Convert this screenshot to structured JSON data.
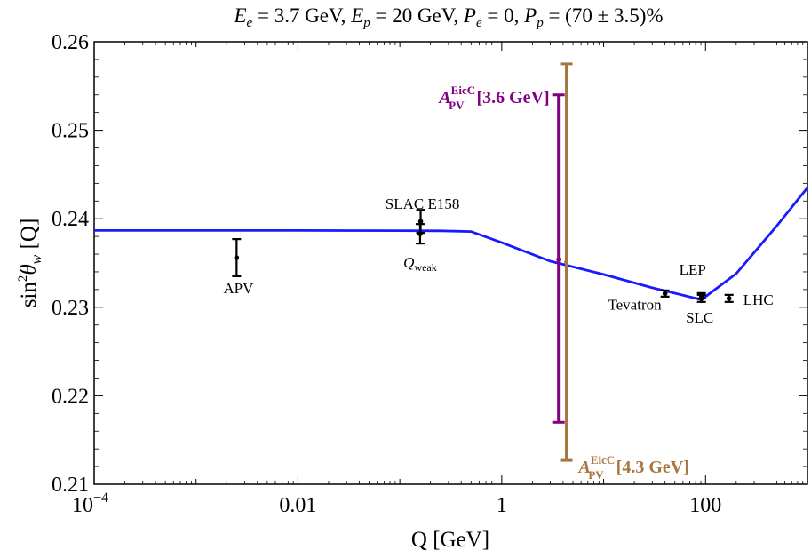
{
  "chart_data": {
    "type": "scatter",
    "title": {
      "Ee_sym": "E",
      "Ee_sub": "e",
      "Ee_val": " = 3.7 GeV, ",
      "Ep_sym": "E",
      "Ep_sub": "p",
      "Ep_val": " = 20 GeV, ",
      "Pe_sym": "P",
      "Pe_sub": "e",
      "Pe_val": " = 0, ",
      "Pp_sym": "P",
      "Pp_sub": "p",
      "Pp_val": " = (70 ± 3.5)%"
    },
    "xlabel": "Q [GeV]",
    "ylabel": {
      "pre": "sin",
      "sup": "2",
      "sym": "θ",
      "sub": "w",
      "post": " [Q]"
    },
    "x_scale": "log",
    "xlim": [
      0.0001,
      1000
    ],
    "ylim": [
      0.21,
      0.26
    ],
    "x_ticks": [
      {
        "value": 0.0001,
        "base": "10",
        "exp": "−4"
      },
      {
        "value": 0.01,
        "label": "0.01"
      },
      {
        "value": 1,
        "label": "1"
      },
      {
        "value": 100,
        "label": "100"
      }
    ],
    "y_ticks": [
      {
        "value": 0.21,
        "label": "0.21"
      },
      {
        "value": 0.22,
        "label": "0.22"
      },
      {
        "value": 0.23,
        "label": "0.23"
      },
      {
        "value": 0.24,
        "label": "0.24"
      },
      {
        "value": 0.25,
        "label": "0.25"
      },
      {
        "value": 0.26,
        "label": "0.26"
      }
    ],
    "grid": false,
    "theory_curve": {
      "color": "#1a1aff",
      "x": [
        0.0001,
        0.01,
        0.1,
        0.25,
        0.5,
        1,
        3,
        10,
        30,
        91.19,
        200,
        500,
        1000
      ],
      "y": [
        0.23867,
        0.23867,
        0.23865,
        0.23863,
        0.23855,
        0.2373,
        0.2352,
        0.2337,
        0.2322,
        0.23085,
        0.2338,
        0.2392,
        0.2435
      ]
    },
    "measurements": [
      {
        "label": "APV",
        "x": 0.0025,
        "y": 0.2356,
        "err": 0.0021
      },
      {
        "label": "SLAC E158",
        "x": 0.16,
        "y": 0.2397,
        "err": 0.0013
      },
      {
        "label_sym": "Q",
        "label_sub": "weak",
        "x": 0.158,
        "y": 0.2383,
        "err": 0.0011
      },
      {
        "label": "Tevatron",
        "x": 40,
        "y": 0.23155,
        "err": 0.00035
      },
      {
        "label": "LEP",
        "x": 91.19,
        "y": 0.2313,
        "err": 0.0003
      },
      {
        "label": "SLC",
        "x": 91.19,
        "y": 0.231,
        "err": 0.0004
      },
      {
        "label": "LHC",
        "x": 170,
        "y": 0.231,
        "err": 0.0004
      }
    ],
    "projections": [
      {
        "label_sym": "A",
        "label_sub": "PV",
        "label_sup": "EicC",
        "label_energy": "[3.6 GeV]",
        "color": "#800080",
        "x": 3.6,
        "y": 0.2354,
        "ylow": 0.217,
        "yhigh": 0.254
      },
      {
        "label_sym": "A",
        "label_sub": "PV",
        "label_sup": "EicC",
        "label_energy": "[4.3 GeV]",
        "color": "#a8773f",
        "x": 4.3,
        "y": 0.2351,
        "ylow": 0.2127,
        "yhigh": 0.2575
      }
    ]
  }
}
